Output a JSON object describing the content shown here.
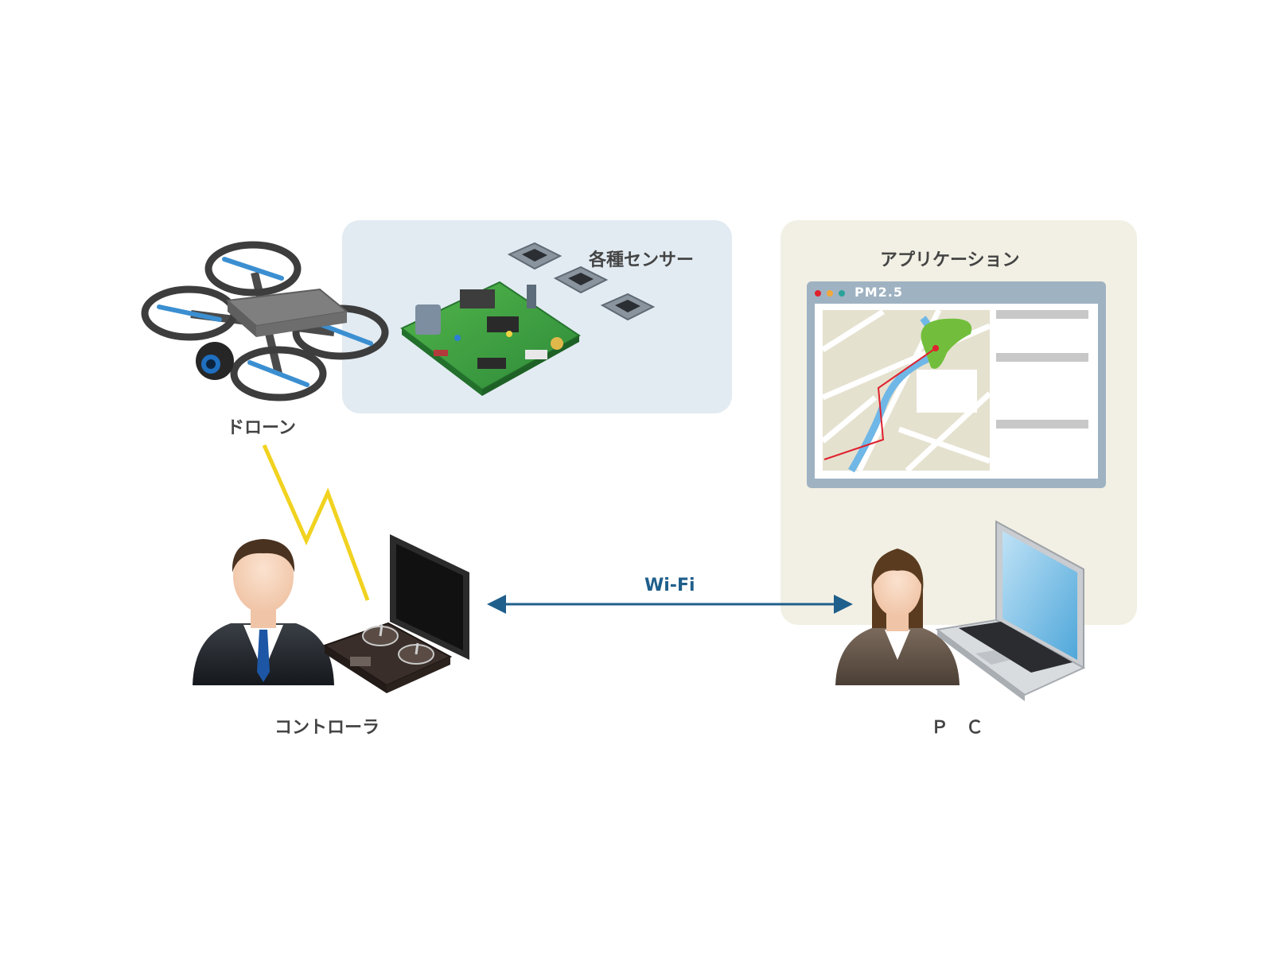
{
  "labels": {
    "drone": "ドローン",
    "sensors": "各種センサー",
    "application": "アプリケーション",
    "controller": "コントローラ",
    "pc": "Ｐ　Ｃ",
    "wifi": "Wi-Fi",
    "window_title": "PM2.5"
  },
  "colors": {
    "sensor_panel": "#e2ebf2",
    "app_panel": "#f2f0e4",
    "wifi": "#1f5f8b",
    "lightning": "#f1d21f",
    "route": "#e0212e",
    "window_frame": "#9fb2c2"
  },
  "icons": {
    "drone": "quadcopter-drone-icon",
    "sensor_board": "circuit-board-icon",
    "chip": "microchip-icon",
    "man": "businessman-icon",
    "woman": "businesswoman-icon",
    "controller": "remote-controller-icon",
    "laptop": "laptop-icon",
    "lightning": "wireless-lightning-icon"
  }
}
